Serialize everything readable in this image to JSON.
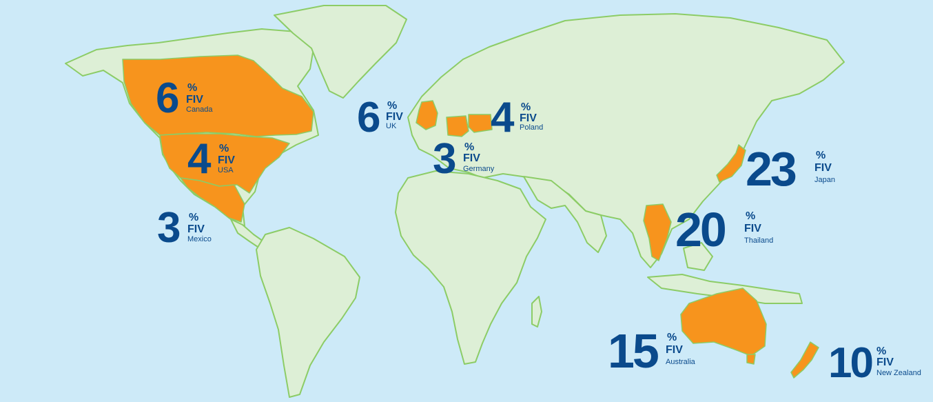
{
  "colors": {
    "ocean": "#cdeaf8",
    "land": "#ddefd6",
    "coast": "#8ccc66",
    "highlight": "#f7941d",
    "text": "#0a4a8c"
  },
  "stats": [
    {
      "id": "canada",
      "value": "6",
      "unit": "%",
      "label": "FIV",
      "country": "Canada"
    },
    {
      "id": "usa",
      "value": "4",
      "unit": "%",
      "label": "FIV",
      "country": "USA"
    },
    {
      "id": "mexico",
      "value": "3",
      "unit": "%",
      "label": "FIV",
      "country": "Mexico"
    },
    {
      "id": "uk",
      "value": "6",
      "unit": "%",
      "label": "FIV",
      "country": "UK"
    },
    {
      "id": "poland",
      "value": "4",
      "unit": "%",
      "label": "FIV",
      "country": "Poland"
    },
    {
      "id": "germany",
      "value": "3",
      "unit": "%",
      "label": "FIV",
      "country": "Germany"
    },
    {
      "id": "japan",
      "value": "23",
      "unit": "%",
      "label": "FIV",
      "country": "Japan"
    },
    {
      "id": "thailand",
      "value": "20",
      "unit": "%",
      "label": "FIV",
      "country": "Thailand"
    },
    {
      "id": "australia",
      "value": "15",
      "unit": "%",
      "label": "FIV",
      "country": "Australia"
    },
    {
      "id": "new_zealand",
      "value": "10",
      "unit": "%",
      "label": "FIV",
      "country": "New Zealand"
    }
  ]
}
